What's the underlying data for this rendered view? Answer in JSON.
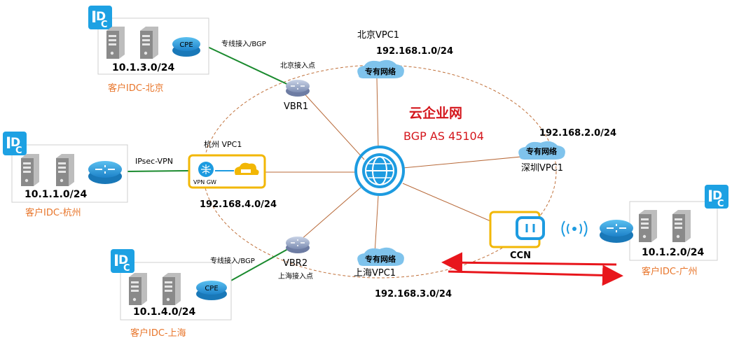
{
  "hub": {
    "title": "云企业网",
    "asn": "BGP AS 45104"
  },
  "idcs": [
    {
      "id": "bj",
      "icon": "IDC",
      "subnet": "10.1.3.0/24",
      "label": "客户IDC-北京",
      "device": "CPE"
    },
    {
      "id": "hz",
      "icon": "IDC",
      "subnet": "10.1.1.0/24",
      "label": "客户IDC-杭州"
    },
    {
      "id": "sh",
      "icon": "IDC",
      "subnet": "10.1.4.0/24",
      "label": "客户IDC-上海",
      "device": "CPE"
    },
    {
      "id": "gz",
      "icon": "IDC",
      "subnet": "10.1.2.0/24",
      "label": "客户IDC-广州"
    }
  ],
  "links": {
    "bj_link": "专线接入/BGP",
    "sh_link": "专线接入/BGP",
    "hz_link": "IPsec-VPN"
  },
  "vbrs": [
    {
      "name": "VBR1",
      "access": "北京接入点"
    },
    {
      "name": "VBR2",
      "access": "上海接入点"
    }
  ],
  "vpcs": [
    {
      "name": "北京VPC1",
      "cidr": "192.168.1.0/24",
      "cloud_label": "专有网络"
    },
    {
      "name": "深圳VPC1",
      "cidr": "192.168.2.0/24",
      "cloud_label": "专有网络"
    },
    {
      "name": "上海VPC1",
      "cidr": "192.168.3.0/24",
      "cloud_label": "专有网络"
    }
  ],
  "hz_vpc": {
    "name": "杭州 VPC1",
    "cidr": "192.168.4.0/24",
    "gw_label": "VPN GW"
  },
  "ccn": {
    "label": "CCN"
  },
  "colors": {
    "idc_blue": "#1da1e3",
    "orange_label": "#e8752a",
    "green_line": "#1a8a2e",
    "ring": "#c0703a",
    "spoke": "#b86a3a",
    "hub_title": "#d4161c",
    "yellow_box": "#f2b705",
    "red_arrow": "#e8161c"
  }
}
